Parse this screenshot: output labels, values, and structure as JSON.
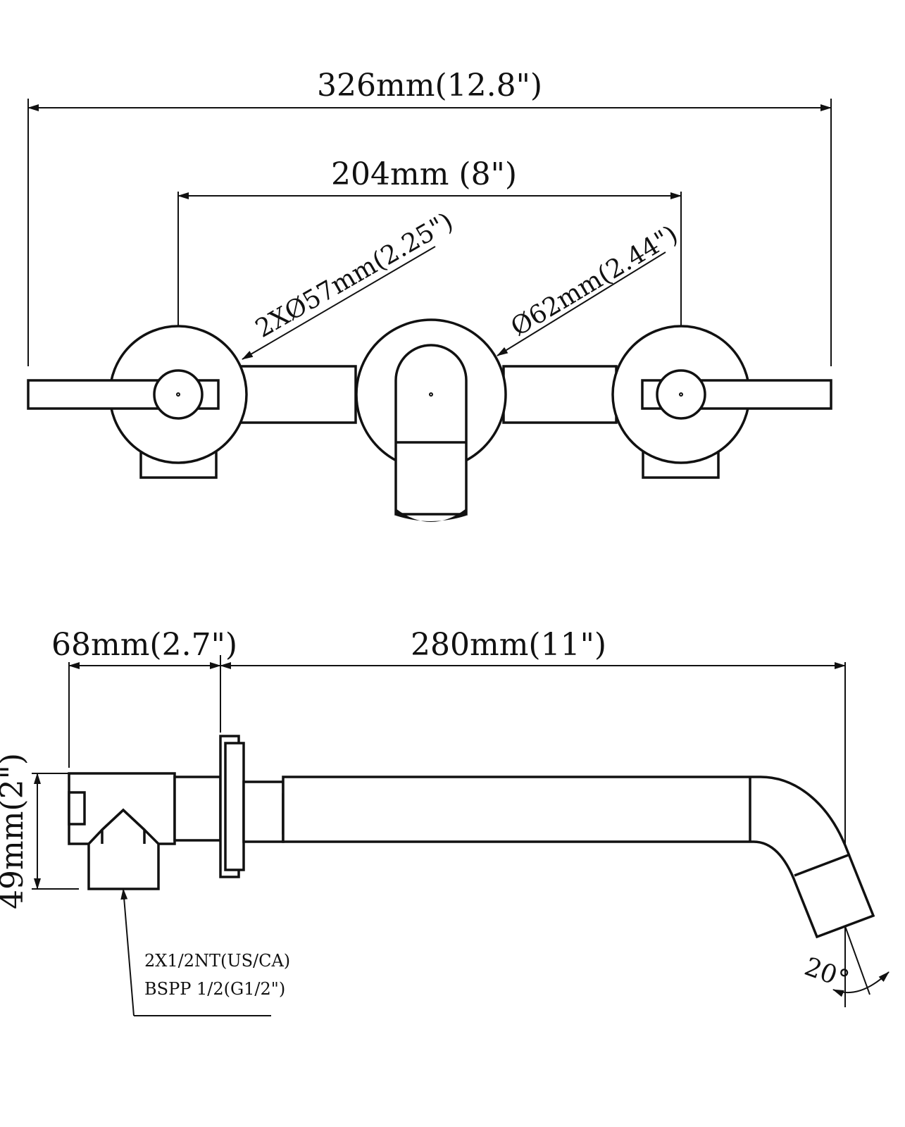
{
  "front_view": {
    "overall_width": "326mm(12.8\")",
    "handle_spacing": "204mm (8\")",
    "handle_plate_diameter": "2XØ57mm(2.25\")",
    "spout_plate_diameter": "Ø62mm(2.44\")"
  },
  "side_view": {
    "valve_depth": "68mm(2.7\")",
    "spout_length": "280mm(11\")",
    "body_height": "49mm(2\")",
    "thread_spec_line1": "2X1/2NT(US/CA)",
    "thread_spec_line2": "BSPP 1/2(G1/2\")",
    "spout_angle": "20°"
  }
}
